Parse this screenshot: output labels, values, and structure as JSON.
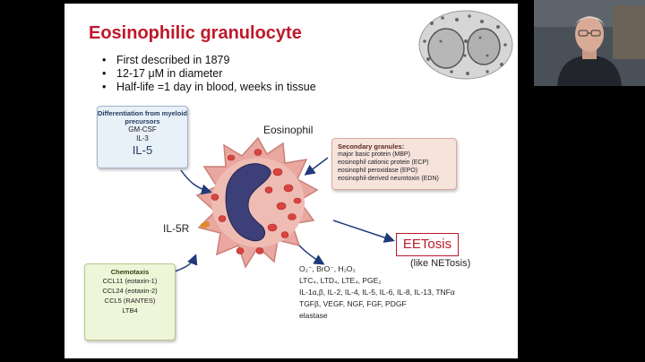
{
  "slide": {
    "title": "Eosinophilic granulocyte",
    "bullets": [
      "First described in 1879",
      "12-17 μM in diameter",
      "Half-life =1 day in blood, weeks in tissue"
    ],
    "differentiation": {
      "heading": "Differentiation from myeloid precursors",
      "items": [
        "GM-CSF",
        "IL-3"
      ],
      "highlight": "IL-5"
    },
    "cell_label": "Eosinophil",
    "receptor_label": "IL-5R",
    "secondary_granules": {
      "heading": "Secondary granules:",
      "items": [
        "major basic protein (MBP)",
        "eosinophil cationic protein (ECP)",
        "eosinophil peroxidase (EPO)",
        "eosinophil-derived neurotoxin (EDN)"
      ]
    },
    "chemotaxis": {
      "heading": "Chemotaxis",
      "items": [
        "CCL11 (eotaxin-1)",
        "CCL24 (eotaxin-2)",
        "CCL5 (RANTES)",
        "LTB4"
      ]
    },
    "etosis": {
      "label": "EETosis",
      "note": "(like NETosis)"
    },
    "mediators": [
      "O₂⁻, BrO⁻, H₂O₂",
      "LTC₄, LTD₄, LTE₄, PGE₂",
      "IL-1α,β, IL-2, IL-4, IL-5, IL-6, IL-8, IL-13, TNFα",
      "TGFβ, VEGF, NGF, FGF, PDGF",
      "elastase"
    ]
  },
  "colors": {
    "title": "#c0182a",
    "background": "#000000",
    "cell": "#e9a7a0",
    "nucleus": "#3c3f78"
  },
  "icons": {
    "speaker_video": "presenter-webcam"
  }
}
